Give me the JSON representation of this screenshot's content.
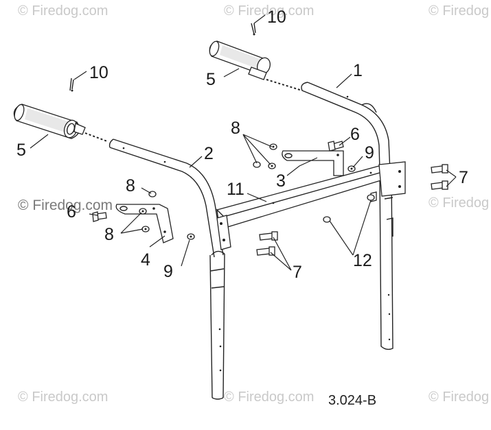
{
  "watermark": {
    "symbol": "©",
    "text": "Firedog.com",
    "short_text": "Firedog",
    "color_light": "#c9c9c9",
    "color_dark": "#7a7a7a"
  },
  "figure_id": "3.024-B",
  "callouts": {
    "n1": "1",
    "n2": "2",
    "n3": "3",
    "n4": "4",
    "n5a": "5",
    "n5b": "5",
    "n6a": "6",
    "n6b": "6",
    "n7a": "7",
    "n7b": "7",
    "n8a": "8",
    "n8b": "8",
    "n8c": "8",
    "n9a": "9",
    "n9b": "9",
    "n10a": "10",
    "n10b": "10",
    "n11": "11",
    "n12": "12"
  }
}
